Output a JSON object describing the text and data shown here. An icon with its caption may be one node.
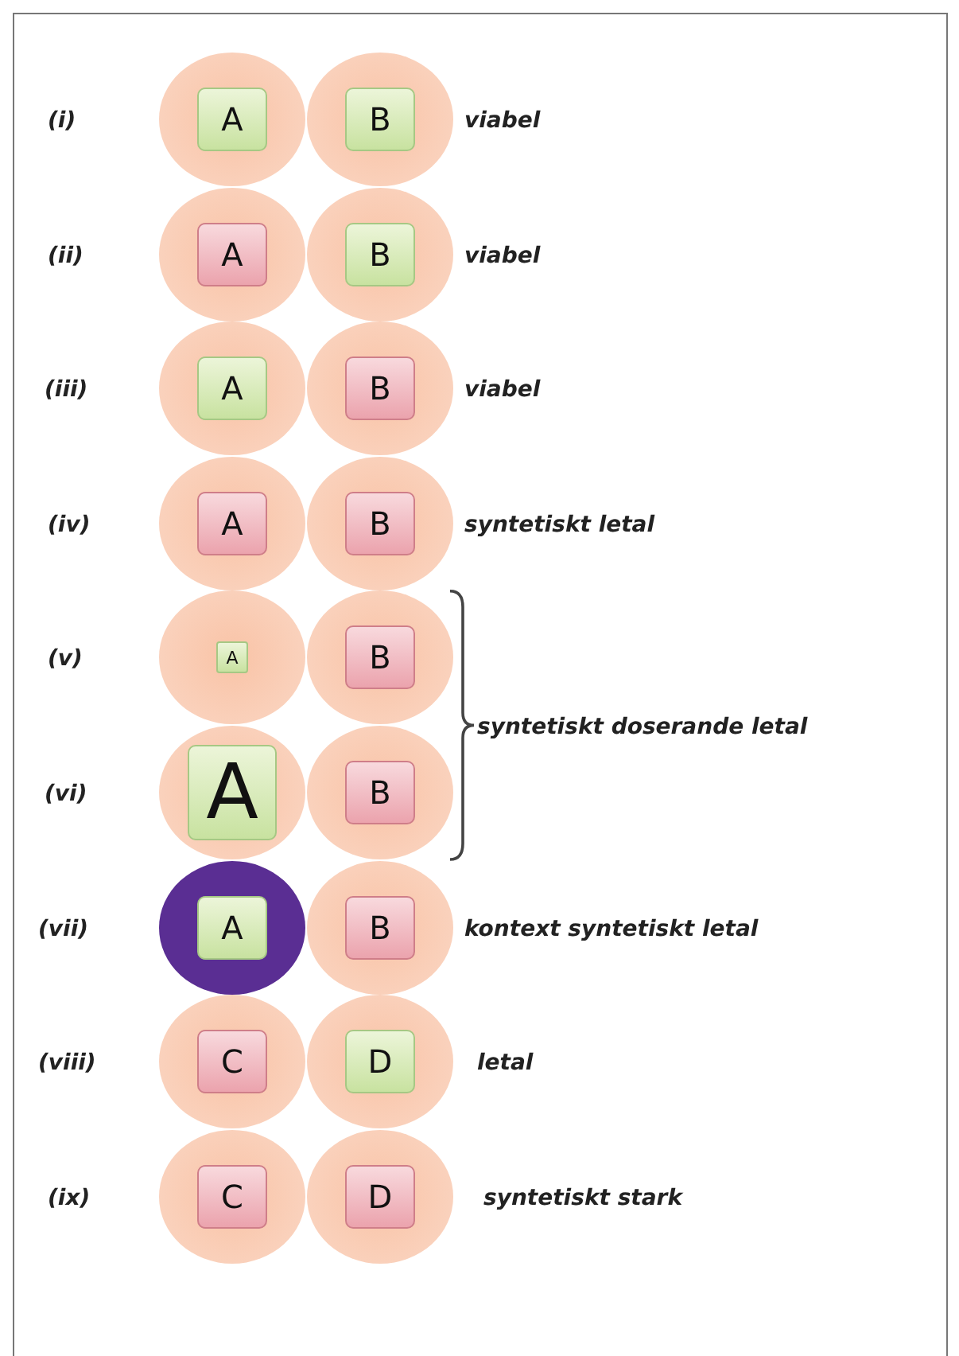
{
  "diagram": {
    "nodes": [
      {
        "text": [],
        "shape": "circle"
      },
      {
        "text": [
          "A"
        ],
        "in": 0
      },
      {
        "text": [],
        "shape": "circle"
      },
      {
        "text": [
          "B"
        ],
        "in": 2
      },
      {
        "text": [],
        "shape": "circle"
      },
      {
        "text": [
          "A"
        ],
        "in": 4
      },
      {
        "text": [],
        "shape": "circle"
      },
      {
        "text": [
          "B"
        ],
        "in": 6
      },
      {
        "text": [],
        "shape": "circle"
      },
      {
        "text": [
          "A"
        ],
        "in": 8
      },
      {
        "text": [],
        "shape": "circle"
      },
      {
        "text": [
          "B"
        ],
        "in": 10
      },
      {
        "text": [],
        "shape": "circle"
      },
      {
        "text": [
          "A"
        ],
        "in": 12
      },
      {
        "text": [],
        "shape": "circle"
      },
      {
        "text": [
          "B"
        ],
        "in": 14
      },
      {
        "text": [],
        "shape": "circle"
      },
      {
        "text": [
          "A"
        ],
        "in": 16
      },
      {
        "text": [],
        "shape": "circle"
      },
      {
        "text": [
          "B"
        ],
        "in": 18
      },
      {
        "text": [],
        "shape": "circle"
      },
      {
        "text": [
          "A"
        ],
        "in": 20
      },
      {
        "text": [],
        "shape": "circle"
      },
      {
        "text": [
          "B"
        ],
        "in": 22
      },
      {
        "text": [],
        "shape": "circle"
      },
      {
        "text": [
          "A"
        ],
        "in": 24
      },
      {
        "text": [],
        "shape": "circle"
      },
      {
        "text": [
          "B"
        ],
        "in": 26
      },
      {
        "text": [],
        "shape": "circle"
      },
      {
        "text": [
          "C"
        ],
        "in": 28
      },
      {
        "text": [],
        "shape": "circle"
      },
      {
        "text": [
          "D"
        ],
        "in": 30
      },
      {
        "text": [],
        "shape": "circle"
      },
      {
        "text": [
          "C"
        ],
        "in": 32
      },
      {
        "text": [],
        "shape": "circle"
      },
      {
        "text": [
          "D"
        ],
        "in": 34
      }
    ],
    "labels": [
      "(i)",
      "viabel",
      "(ii)",
      "viabel",
      "(iii)",
      "viabel",
      "(iv)",
      "syntetiskt letal",
      "(v)",
      "syntetiskt doserande letal",
      "(vi)",
      "(vii)",
      "kontext syntetiskt letal",
      "(viii)",
      "letal",
      "(ix)",
      "syntetiskt stark"
    ]
  }
}
